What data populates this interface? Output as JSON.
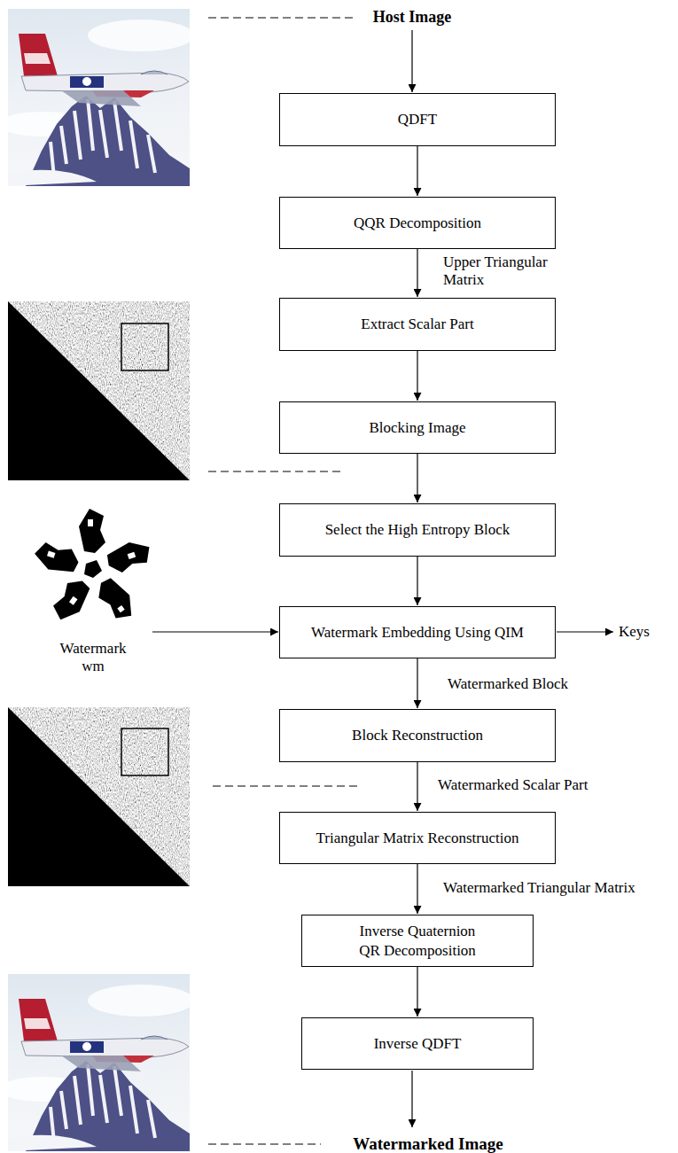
{
  "diagram": {
    "nodes": [
      {
        "text": [
          "QDFT"
        ]
      },
      {
        "text": [
          "QQR Decomposition"
        ]
      },
      {
        "text": [
          "Extract Scalar Part"
        ]
      },
      {
        "text": [
          "Blocking Image"
        ]
      },
      {
        "text": [
          "Select the High Entropy Block"
        ]
      },
      {
        "text": [
          "Watermark Embedding Using QIM"
        ]
      },
      {
        "text": [
          "Block Reconstruction"
        ]
      },
      {
        "text": [
          "Triangular Matrix Reconstruction"
        ]
      },
      {
        "text": [
          "Inverse Quaternion QR Decomposition"
        ]
      },
      {
        "text": [
          "Inverse QDFT"
        ]
      }
    ],
    "edges": [
      {
        "from": 0,
        "to": 1,
        "arrow": "to"
      },
      {
        "from": 1,
        "to": 2,
        "arrow": "to",
        "label": "Upper Triangular Matrix"
      },
      {
        "from": 2,
        "to": 3,
        "arrow": "to"
      },
      {
        "from": 3,
        "to": 4,
        "arrow": "to"
      },
      {
        "from": 4,
        "to": 5,
        "arrow": "to"
      },
      {
        "from": 5,
        "to": 6,
        "arrow": "to",
        "label": "Watermarked Block"
      },
      {
        "from": 6,
        "to": 7,
        "arrow": "to",
        "label": "Watermarked Scalar Part"
      },
      {
        "from": 7,
        "to": 8,
        "arrow": "to",
        "label": "Watermarked Triangular Matrix"
      },
      {
        "from": 8,
        "to": 9,
        "arrow": "to"
      }
    ],
    "labels": [
      "Host Image",
      "Watermark wm",
      "Keys",
      "Watermarked Image"
    ]
  }
}
